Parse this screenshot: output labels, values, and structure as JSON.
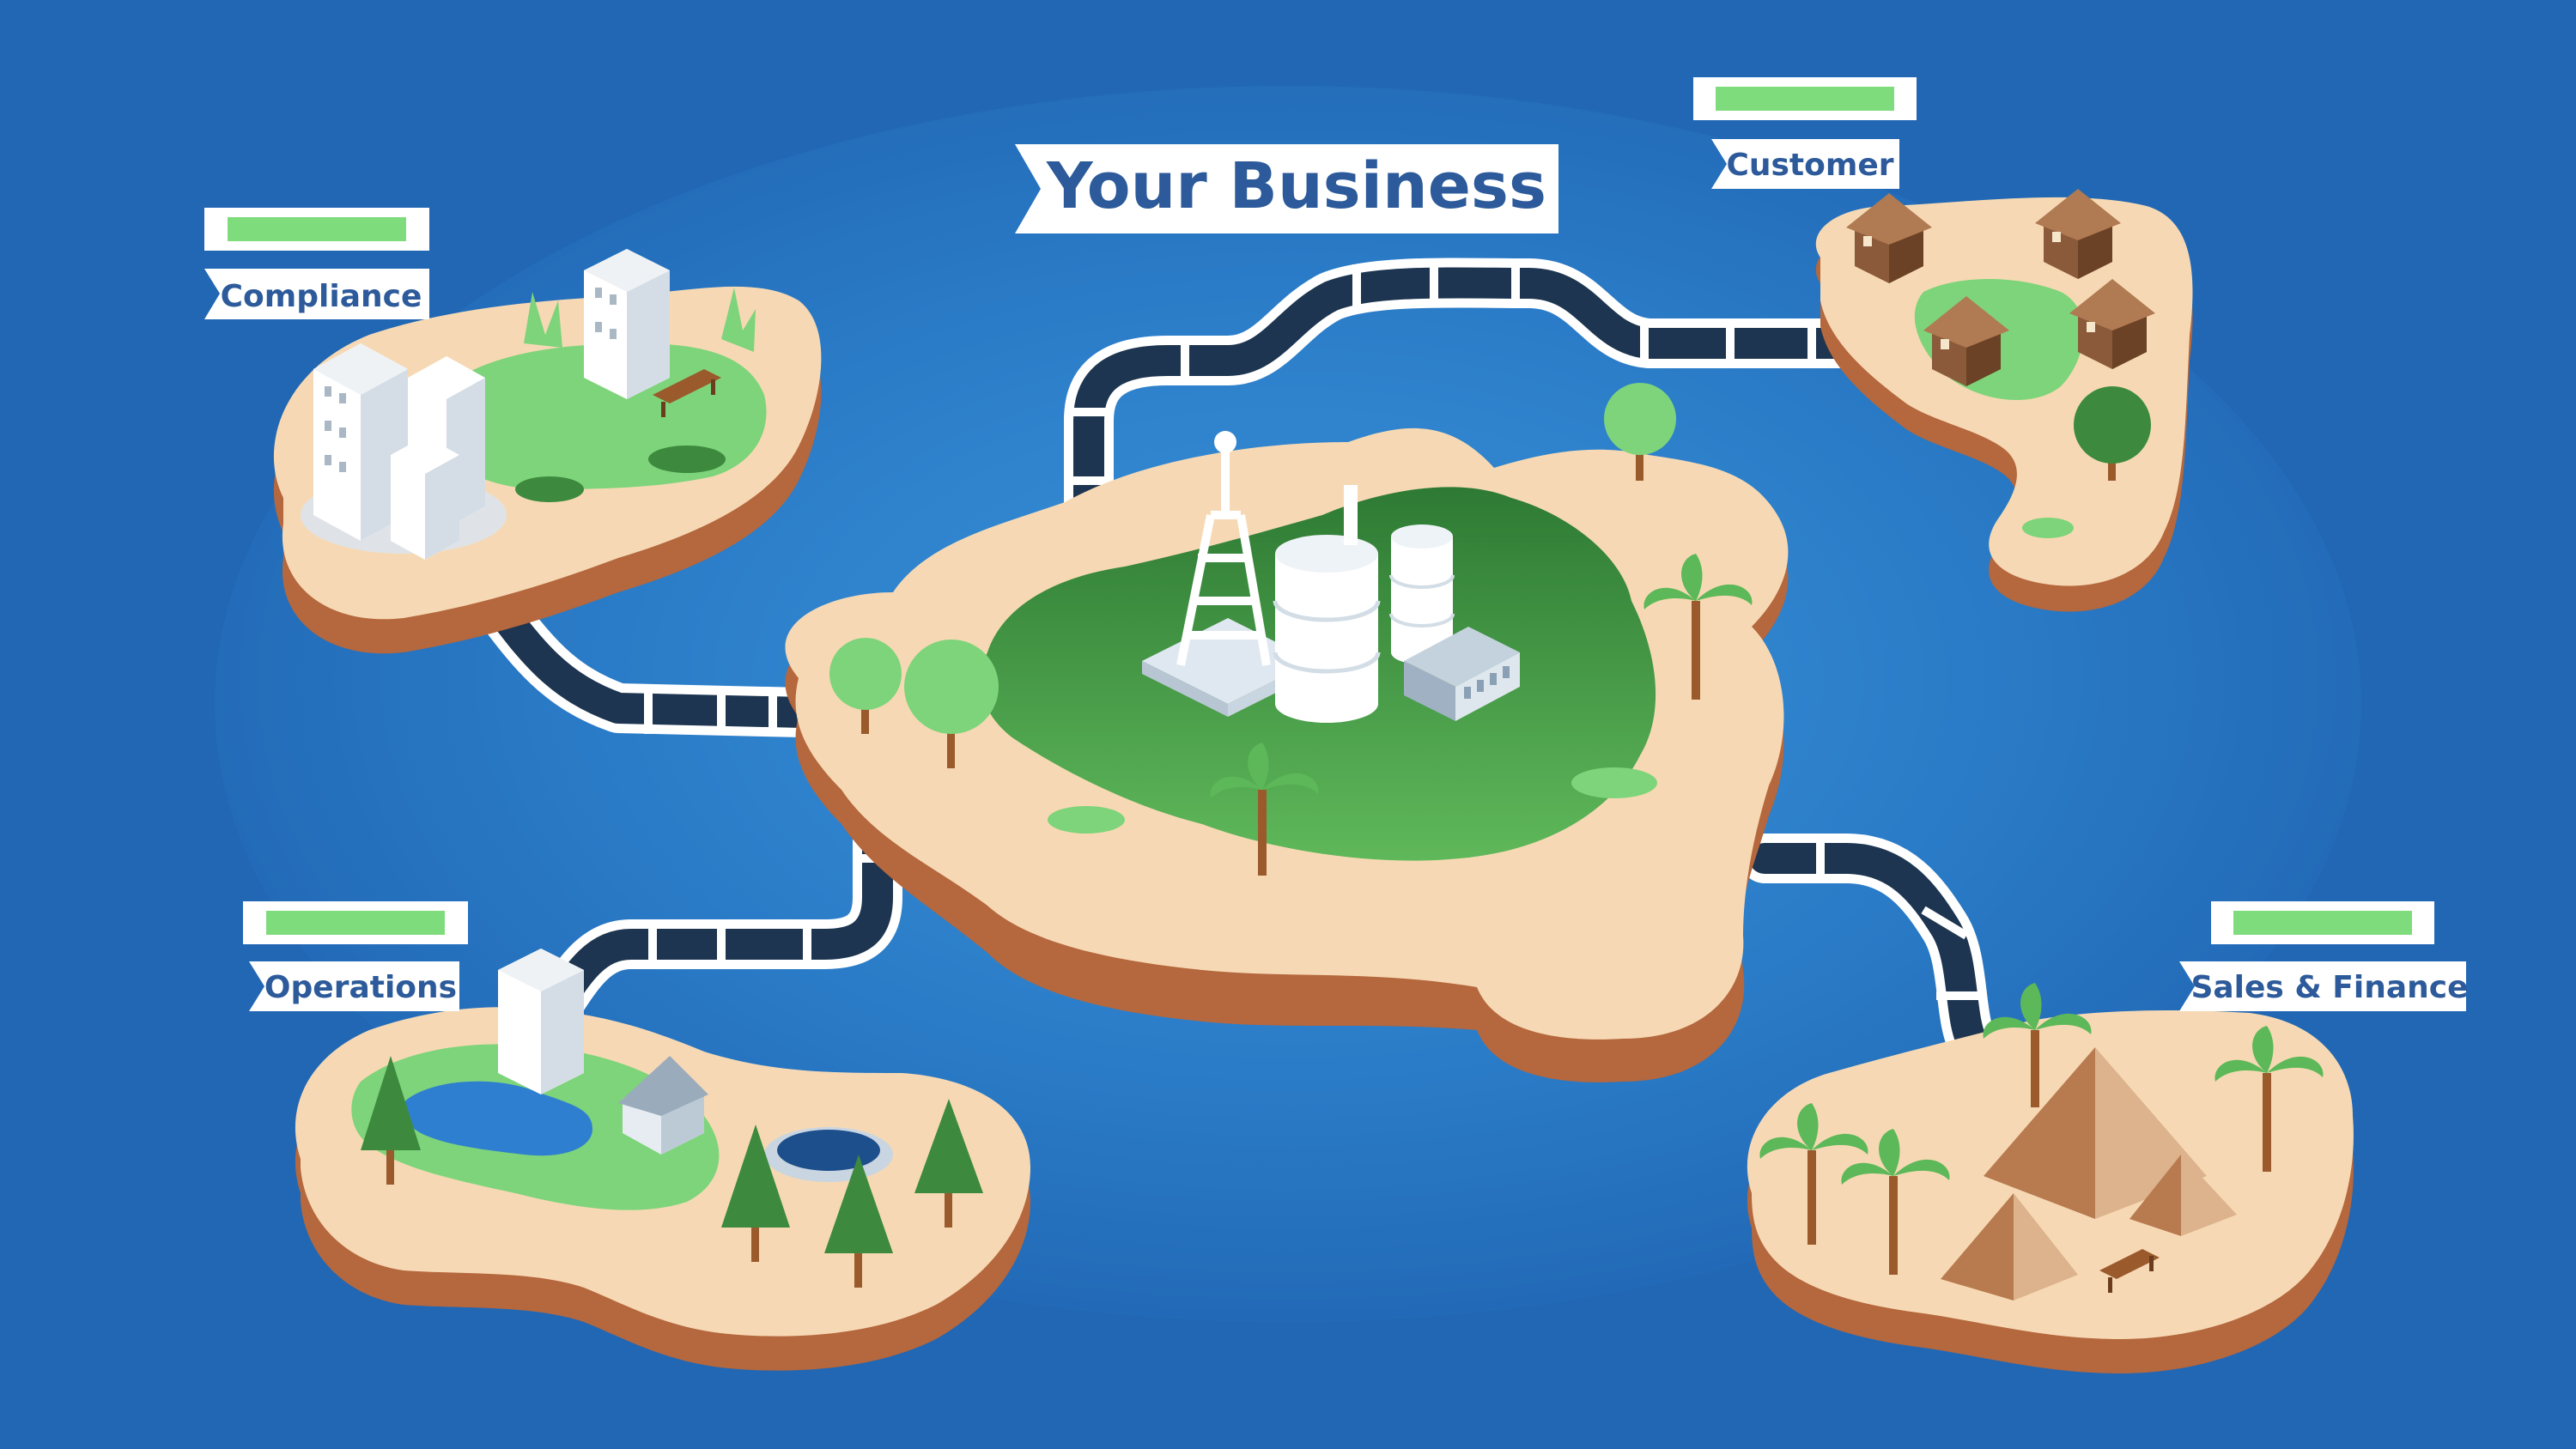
{
  "title": "Your Business",
  "islands": {
    "compliance": {
      "label": "Compliance"
    },
    "customer": {
      "label": "Customer"
    },
    "operations": {
      "label": "Operations"
    },
    "sales_finance": {
      "label": "Sales & Finance"
    }
  },
  "colors": {
    "ocean": "#2167b4",
    "ocean_glow": "#2f86d0",
    "sand": "#f6d9b4",
    "cliff": "#b5673d",
    "grass": "#7ed47a",
    "grass_dark": "#3d8a3e",
    "pipe": "#1d3550",
    "banner_text": "#2c5a9a",
    "status_bar": "#7fdc7c"
  }
}
